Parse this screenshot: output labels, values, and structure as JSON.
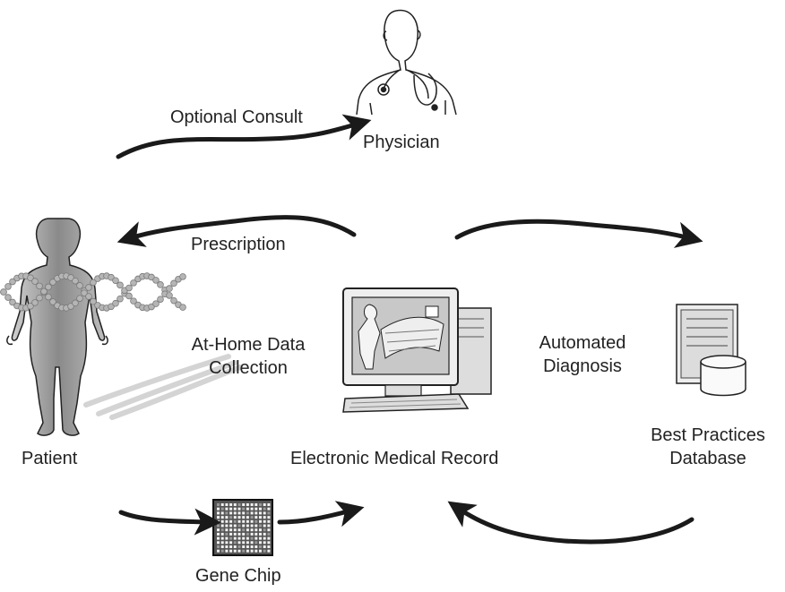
{
  "nodes": {
    "physician": "Physician",
    "patient": "Patient",
    "emr": "Electronic Medical Record",
    "database_line1": "Best Practices",
    "database_line2": "Database",
    "gene_chip": "Gene Chip"
  },
  "edges": {
    "optional_consult": "Optional Consult",
    "prescription": "Prescription",
    "at_home_line1": "At-Home Data",
    "at_home_line2": "Collection",
    "automated_line1": "Automated",
    "automated_line2": "Diagnosis"
  },
  "colors": {
    "ink": "#222222",
    "arrow": "#1a1a1a",
    "figure_fill": "#9a9a9a",
    "dna": "#b5b5b5",
    "screen": "#c8c8c8"
  },
  "icons": [
    "physician-icon",
    "patient-icon",
    "dna-icon",
    "computer-icon",
    "server-icon",
    "gene-chip-icon"
  ]
}
